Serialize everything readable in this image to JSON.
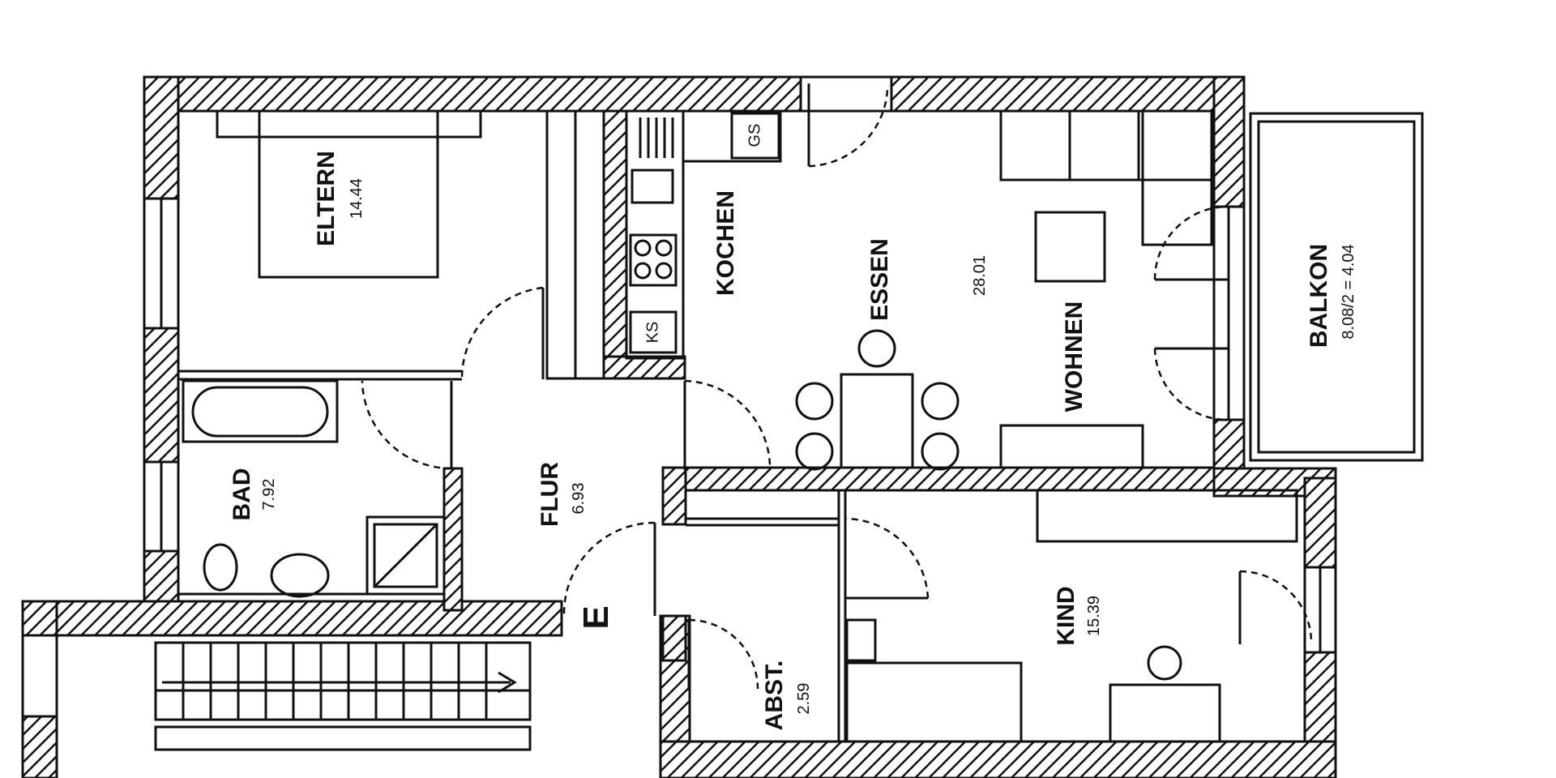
{
  "rooms": {
    "eltern": {
      "name": "ELTERN",
      "area": "14.44"
    },
    "kochen": {
      "name": "KOCHEN"
    },
    "essen": {
      "name": "ESSEN"
    },
    "wohnen": {
      "name": "WOHNEN",
      "area": "28.01"
    },
    "balkon": {
      "name": "BALKON",
      "area": "8.08/2 = 4.04"
    },
    "bad": {
      "name": "BAD",
      "area": "7.92"
    },
    "flur": {
      "name": "FLUR",
      "area": "6.93"
    },
    "kind": {
      "name": "KIND",
      "area": "15.39"
    },
    "abst": {
      "name": "ABST.",
      "area": "2.59"
    }
  },
  "fixtures": {
    "fridge_mark": "KS",
    "sink_mark": "GS"
  },
  "entrance_mark": "E",
  "colors": {
    "wall_stroke": "#111111",
    "hatch": "#111111",
    "background": "#ffffff"
  }
}
